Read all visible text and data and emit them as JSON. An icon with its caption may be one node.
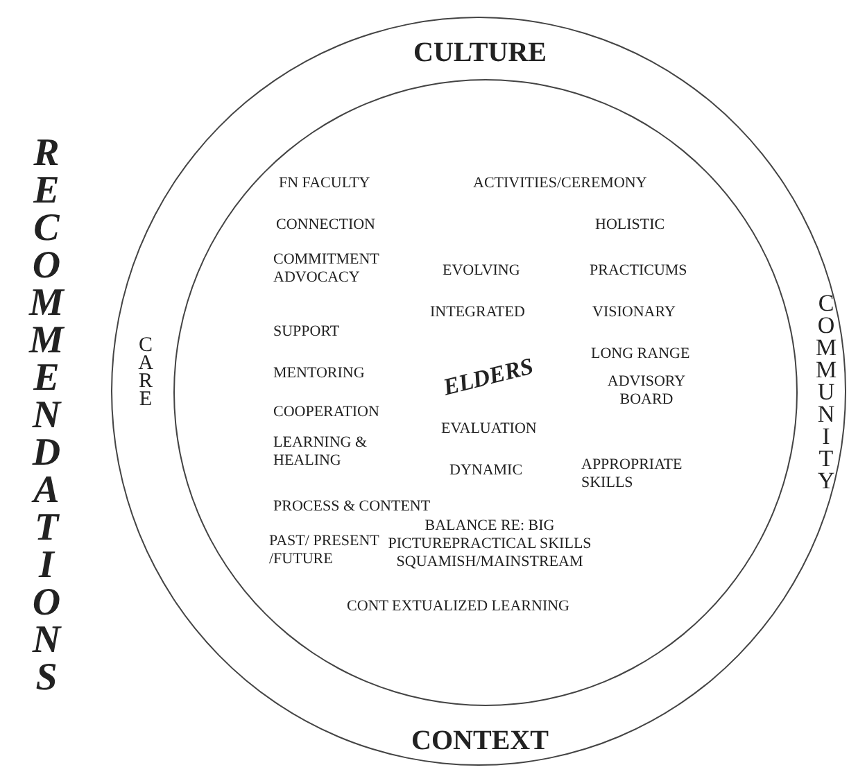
{
  "diagram": {
    "title": "RECOMMENDATIONS",
    "nodes": [
      {
        "text": [
          "CULTURE",
          "CARE",
          "COMMUNITY",
          "CONTEXT"
        ]
      },
      {
        "text": [
          "FN FACULTY",
          "ACTIVITIES/CEREMONY",
          "CONNECTION",
          "HOLISTIC",
          "COMMITMENT ADVOCACY",
          "EVOLVING",
          "PRACTICUMS",
          "INTEGRATED",
          "VISIONARY",
          "SUPPORT",
          "LONG RANGE",
          "MENTORING",
          "ELDERS",
          "ADVISORY BOARD",
          "COOPERATION",
          "EVALUATION",
          "LEARNING & HEALING",
          "DYNAMIC",
          "APPROPRIATE SKILLS",
          "PROCESS & CONTENT",
          "PAST/ PRESENT /FUTURE",
          "BALANCE RE: BIG PICTUREPRACTICAL SKILLS SQUAMISH/MAINSTREAM",
          "CONT EXTUALIZED LEARNING"
        ],
        "in": 0
      }
    ]
  }
}
